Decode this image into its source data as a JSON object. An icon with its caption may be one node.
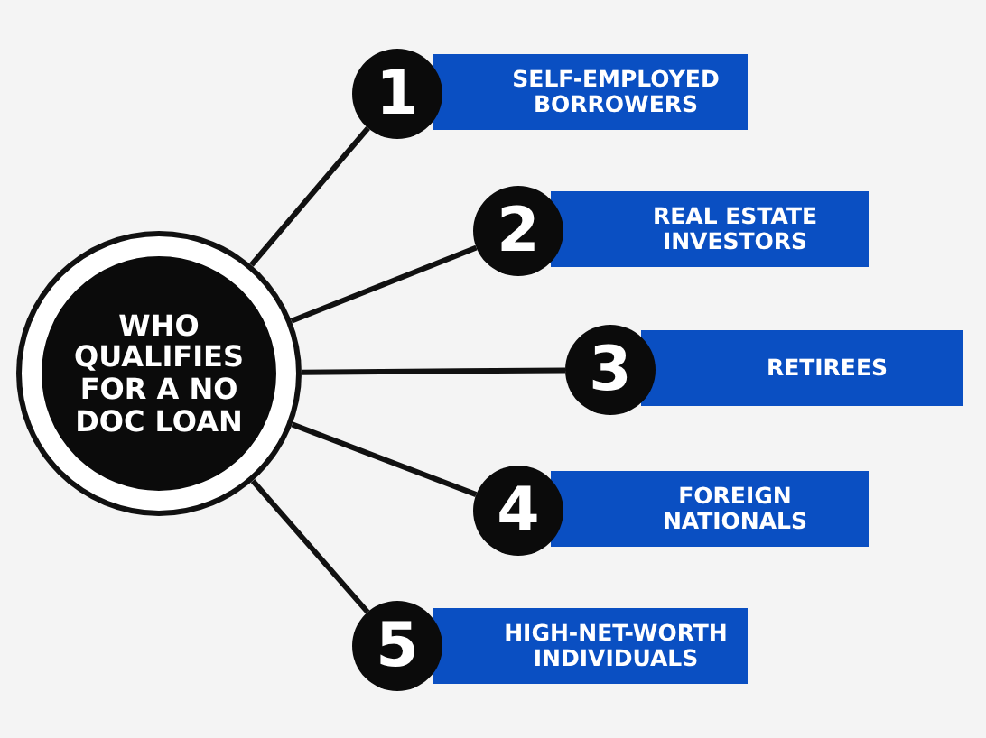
{
  "diagram": {
    "nodes": [
      {
        "text": [
          "WHO QUALIFIES FOR A NO DOC LOAN"
        ]
      },
      {
        "text": [
          "1"
        ]
      },
      {
        "text": [
          "SELF-EMPLOYED BORROWERS"
        ]
      },
      {
        "text": [
          "2"
        ]
      },
      {
        "text": [
          "REAL ESTATE INVESTORS"
        ]
      },
      {
        "text": [
          "3"
        ]
      },
      {
        "text": [
          "RETIREES"
        ]
      },
      {
        "text": [
          "4"
        ]
      },
      {
        "text": [
          "FOREIGN NATIONALS"
        ]
      },
      {
        "text": [
          "5"
        ]
      },
      {
        "text": [
          "HIGH-NET-WORTH INDIVIDUALS"
        ]
      }
    ],
    "edges": [
      {
        "from": 0,
        "to": 1,
        "arrow": "none"
      },
      {
        "from": 0,
        "to": 3,
        "arrow": "none"
      },
      {
        "from": 0,
        "to": 5,
        "arrow": "none"
      },
      {
        "from": 0,
        "to": 7,
        "arrow": "none"
      },
      {
        "from": 0,
        "to": 9,
        "arrow": "none"
      }
    ]
  }
}
